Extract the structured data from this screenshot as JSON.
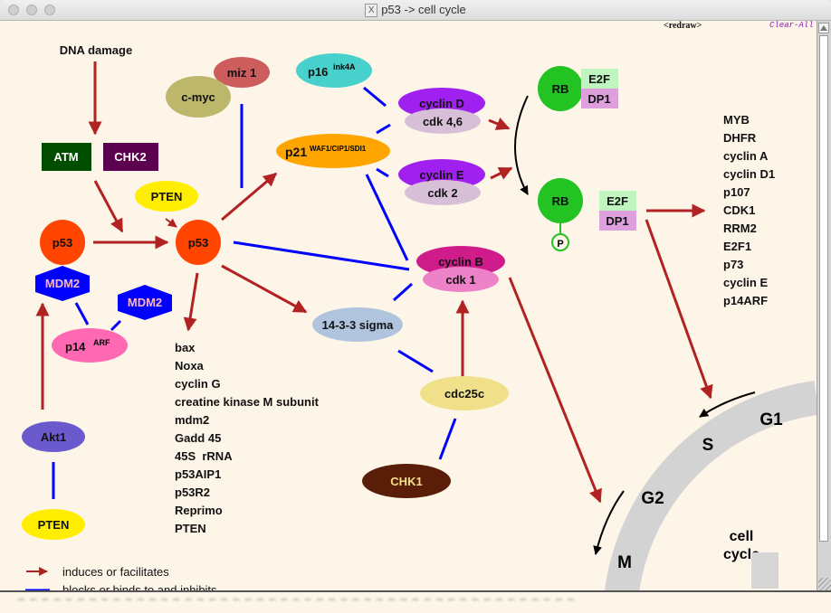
{
  "window": {
    "title": "p53 -> cell cycle",
    "title_icon": "x11-icon"
  },
  "toolbar": {
    "redraw_label": "<redraw>",
    "clear_all_label": "Clear-All"
  },
  "colors": {
    "background": "#fdf5e8",
    "induce_arrow": "#b22222",
    "inhibit_line": "#0000ff",
    "cell_cycle_band": "#d3d3d3"
  },
  "nodes": {
    "dna_damage": "DNA damage",
    "atm": "ATM",
    "chk2": "CHK2",
    "c_myc": "c-myc",
    "miz1": "miz 1",
    "p16": "p16",
    "p16_sup": "ink4A",
    "pten_top": "PTEN",
    "p53_left": "p53",
    "p53_center": "p53",
    "p21": "p21",
    "p21_sup": "WAF1/CIP1/SDI1",
    "cyclin_d": "cyclin D",
    "cdk46": "cdk 4,6",
    "cyclin_e": "cyclin E",
    "cdk2": "cdk 2",
    "cyclin_b": "cyclin B",
    "cdk1": "cdk 1",
    "mdm2_left": "MDM2",
    "mdm2_right": "MDM2",
    "p14": "p14",
    "p14_sup": "ARF",
    "sigma": "14-3-3 sigma",
    "cdc25c": "cdc25c",
    "chk1": "CHK1",
    "akt1": "Akt1",
    "pten_bottom": "PTEN",
    "rb_top": "RB",
    "e2f_top": "E2F",
    "dp1_top": "DP1",
    "rb_bottom": "RB",
    "phospho": "P",
    "e2f_bottom": "E2F",
    "dp1_bottom": "DP1"
  },
  "p53_targets": [
    "bax",
    "Noxa",
    "cyclin G",
    "creatine kinase M subunit",
    "mdm2",
    "Gadd 45",
    "45S  rRNA",
    "p53AIP1",
    "p53R2",
    "Reprimo",
    "PTEN"
  ],
  "e2f_targets": [
    "MYB",
    "DHFR",
    "cyclin A",
    "cyclin D1",
    "p107",
    "CDK1",
    "RRM2",
    "E2F1",
    "p73",
    "cyclin E",
    "p14ARF"
  ],
  "cell_cycle": {
    "phases": [
      "G1",
      "S",
      "G2",
      "M"
    ],
    "label_line1": "cell",
    "label_line2": "cycle"
  },
  "legend": {
    "induces": "induces or facilitates",
    "inhibits": "blocks or binds to and inhibits"
  }
}
